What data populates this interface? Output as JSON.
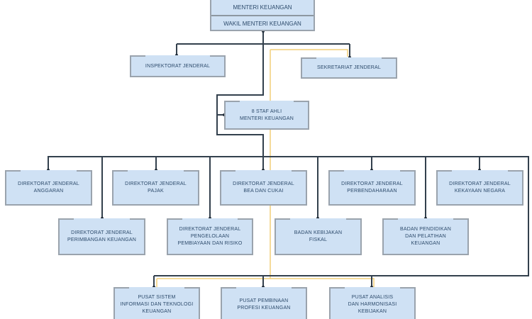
{
  "top": {
    "minister": "MENTERI KEUANGAN",
    "vice_minister": "WAKIL MENTERI KEUANGAN"
  },
  "level1": {
    "inspektorat": "INSPEKTORAT JENDERAL",
    "sekretariat": "SEKRETARIAT JENDERAL"
  },
  "staf_ahli": {
    "line1": "8 STAF AHLI",
    "line2": "MENTERI KEUANGAN"
  },
  "row1": [
    {
      "l1": "DIREKTORAT JENDERAL",
      "l2": "ANGGARAN"
    },
    {
      "l1": "DIREKTORAT JENDERAL",
      "l2": "PAJAK"
    },
    {
      "l1": "DIREKTORAT JENDERAL",
      "l2": "BEA DAN CUKAI"
    },
    {
      "l1": "DIREKTORAT JENDERAL",
      "l2": "PERBENDAHARAAN"
    },
    {
      "l1": "DIREKTORAT JENDERAL",
      "l2": "KEKAYAAN NEGARA"
    }
  ],
  "row2": [
    {
      "l1": "DIREKTORAT JENDERAL",
      "l2": "PERIMBANGAN KEUANGAN",
      "l3": ""
    },
    {
      "l1": "DIREKTORAT JENDERAL",
      "l2": "PENGELOLAAN",
      "l3": "PEMBIAYAAN DAN RISIKO"
    },
    {
      "l1": "BADAN KEBIJAKAN",
      "l2": "FISKAL",
      "l3": ""
    },
    {
      "l1": "BADAN PENDIDIKAN",
      "l2": "DAN PELATIHAN",
      "l3": "KEUANGAN"
    }
  ],
  "row3": [
    {
      "l1": "PUSAT SISTEM",
      "l2": "INFORMASI DAN TEKNOLOGI",
      "l3": "KEUANGAN"
    },
    {
      "l1": "PUSAT PEMBINAAN",
      "l2": "PROFESI KEUANGAN",
      "l3": ""
    },
    {
      "l1": "PUSAT ANALISIS",
      "l2": "DAN HARMONISASI",
      "l3": "KEBIJAKAN"
    }
  ],
  "colors": {
    "line": "#33404d",
    "accent_line": "#f2cf78",
    "box_fill": "#cfe1f4",
    "text": "#2c4a6b"
  }
}
